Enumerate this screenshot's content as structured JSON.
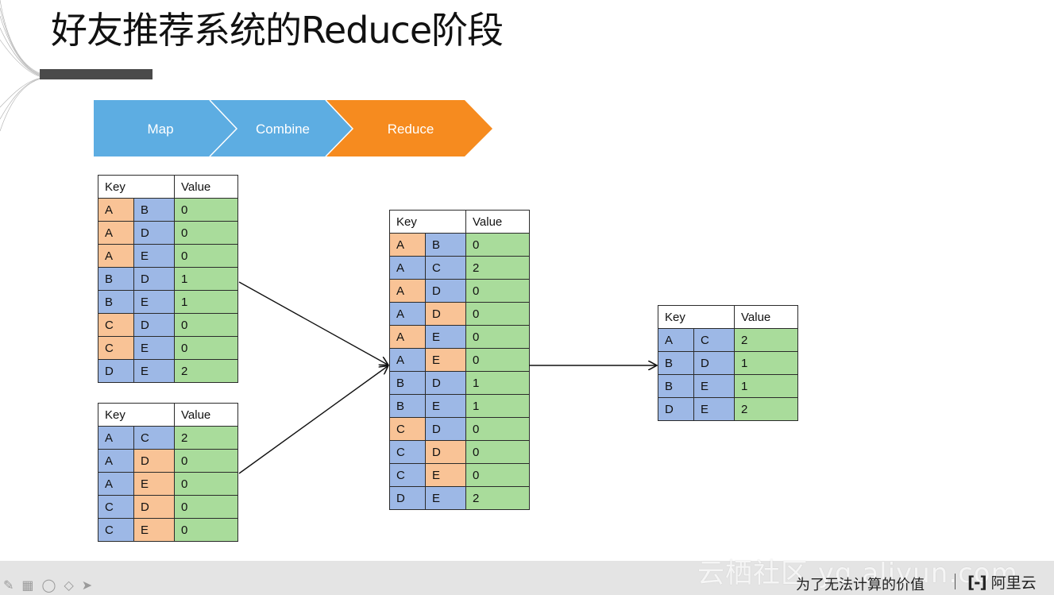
{
  "title": "好友推荐系统的Reduce阶段",
  "steps": [
    {
      "label": "Map",
      "color": "#5dade2"
    },
    {
      "label": "Combine",
      "color": "#5dade2"
    },
    {
      "label": "Reduce",
      "color": "#f68b1f"
    }
  ],
  "colors": {
    "orange": "#f9c396",
    "blue": "#9db8e6",
    "green": "#a9dc9b"
  },
  "headers": {
    "key": "Key",
    "value": "Value"
  },
  "tables": [
    {
      "rows": [
        [
          "A",
          "B",
          "0",
          "o",
          "b"
        ],
        [
          "A",
          "D",
          "0",
          "o",
          "b"
        ],
        [
          "A",
          "E",
          "0",
          "o",
          "b"
        ],
        [
          "B",
          "D",
          "1",
          "b",
          "b"
        ],
        [
          "B",
          "E",
          "1",
          "b",
          "b"
        ],
        [
          "C",
          "D",
          "0",
          "o",
          "b"
        ],
        [
          "C",
          "E",
          "0",
          "o",
          "b"
        ],
        [
          "D",
          "E",
          "2",
          "b",
          "b"
        ]
      ]
    },
    {
      "rows": [
        [
          "A",
          "C",
          "2",
          "b",
          "b"
        ],
        [
          "A",
          "D",
          "0",
          "b",
          "o"
        ],
        [
          "A",
          "E",
          "0",
          "b",
          "o"
        ],
        [
          "C",
          "D",
          "0",
          "b",
          "o"
        ],
        [
          "C",
          "E",
          "0",
          "b",
          "o"
        ]
      ]
    },
    {
      "rows": [
        [
          "A",
          "B",
          "0",
          "o",
          "b"
        ],
        [
          "A",
          "C",
          "2",
          "b",
          "b"
        ],
        [
          "A",
          "D",
          "0",
          "o",
          "b"
        ],
        [
          "A",
          "D",
          "0",
          "b",
          "o"
        ],
        [
          "A",
          "E",
          "0",
          "o",
          "b"
        ],
        [
          "A",
          "E",
          "0",
          "b",
          "o"
        ],
        [
          "B",
          "D",
          "1",
          "b",
          "b"
        ],
        [
          "B",
          "E",
          "1",
          "b",
          "b"
        ],
        [
          "C",
          "D",
          "0",
          "o",
          "b"
        ],
        [
          "C",
          "D",
          "0",
          "b",
          "o"
        ],
        [
          "C",
          "E",
          "0",
          "b",
          "o"
        ],
        [
          "D",
          "E",
          "2",
          "b",
          "b"
        ]
      ]
    },
    {
      "rows": [
        [
          "A",
          "C",
          "2",
          "b",
          "b"
        ],
        [
          "B",
          "D",
          "1",
          "b",
          "b"
        ],
        [
          "B",
          "E",
          "1",
          "b",
          "b"
        ],
        [
          "D",
          "E",
          "2",
          "b",
          "b"
        ]
      ]
    }
  ],
  "footer": {
    "watermark": "云栖社区 yq.aliyun.com",
    "slogan": "为了无法计算的价值",
    "brand_mark": "[-]",
    "brand_name": "阿里云"
  }
}
